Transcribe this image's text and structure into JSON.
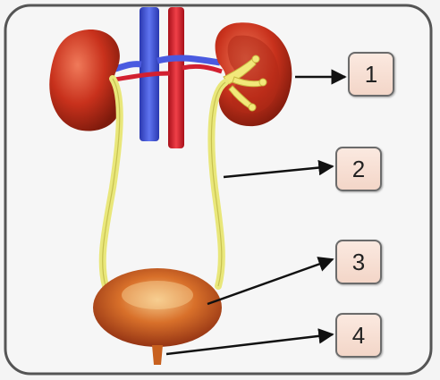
{
  "labels": [
    {
      "number": "1",
      "points_to": "kidney"
    },
    {
      "number": "2",
      "points_to": "ureter"
    },
    {
      "number": "3",
      "points_to": "bladder"
    },
    {
      "number": "4",
      "points_to": "urethra"
    }
  ],
  "colors": {
    "kidney": "#c8311c",
    "ureter": "#e9e77a",
    "vein": "#3a4fd0",
    "artery": "#d8202c",
    "bladder": "#c9501c",
    "label_fill": "#f6ddd1",
    "frame": "#555555"
  }
}
